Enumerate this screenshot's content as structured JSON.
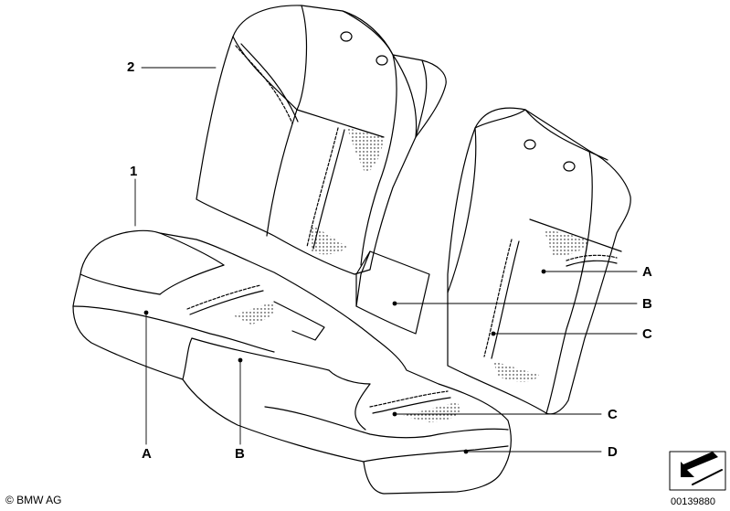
{
  "part_labels": {
    "seat_cushion": "1",
    "backrest": "2"
  },
  "callouts": {
    "right_a": "A",
    "right_b": "B",
    "right_c": "C",
    "lower_c": "C",
    "lower_d": "D",
    "bottom_a": "A",
    "bottom_b": "B"
  },
  "footer": {
    "copyright": "© BMW AG",
    "diagram_number": "00139880"
  },
  "nav_icon": "arrow-icon"
}
